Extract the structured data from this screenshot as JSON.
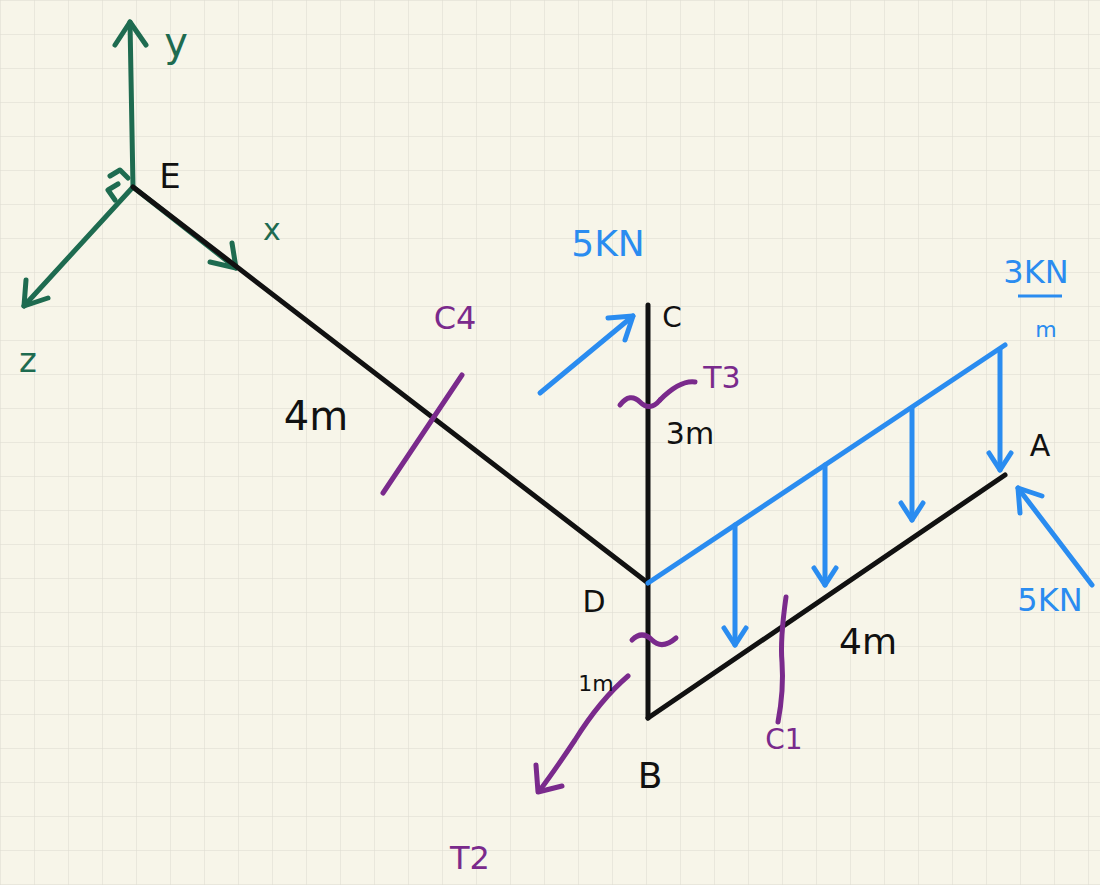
{
  "diagram": {
    "labels": [
      "y",
      "E",
      "x",
      "z",
      "4m",
      "C4",
      "5KN",
      "C",
      "T3",
      "3m",
      "3KN",
      "m",
      "A",
      "5KN",
      "D",
      "1m",
      "4m",
      "C1",
      "B",
      "T2"
    ]
  }
}
